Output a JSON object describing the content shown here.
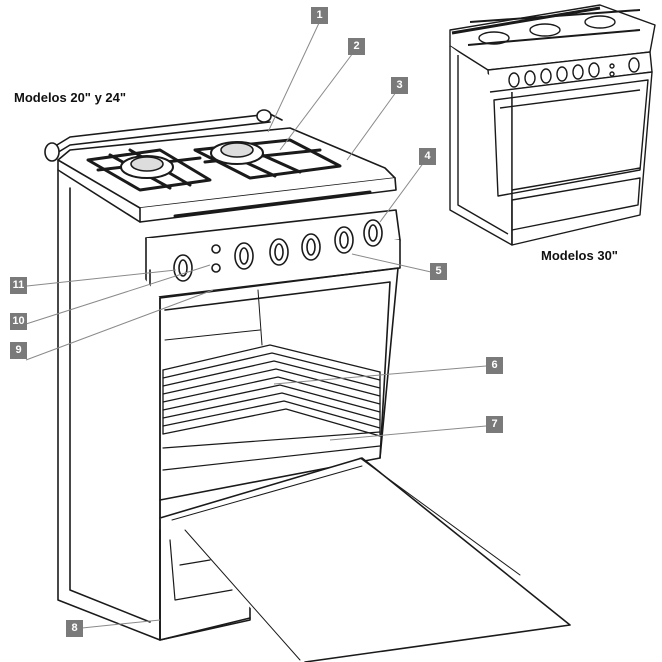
{
  "titles": {
    "small_models": "Modelos 20\" y 24\"",
    "large_models": "Modelos 30\""
  },
  "callouts": [
    "1",
    "2",
    "3",
    "4",
    "5",
    "6",
    "7",
    "8",
    "9",
    "10",
    "11"
  ],
  "colors": {
    "callout_fill": "#7a7a7a",
    "line": "#1a1a1a",
    "leader": "#8a8a8a"
  }
}
